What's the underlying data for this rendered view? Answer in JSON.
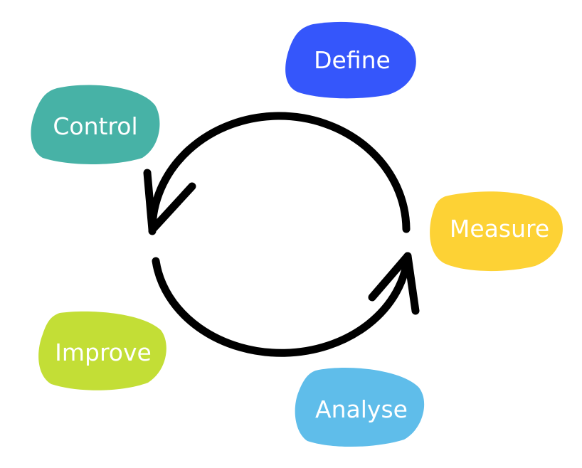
{
  "steps": [
    {
      "key": "define",
      "label": "Define",
      "color": "#3556FB"
    },
    {
      "key": "measure",
      "label": "Measure",
      "color": "#FDD235"
    },
    {
      "key": "analyse",
      "label": "Analyse",
      "color": "#5FBDEA"
    },
    {
      "key": "improve",
      "label": "Improve",
      "color": "#C3DE36"
    },
    {
      "key": "control",
      "label": "Control",
      "color": "#47B2A6"
    }
  ],
  "cycle_arrow_color": "#000000"
}
